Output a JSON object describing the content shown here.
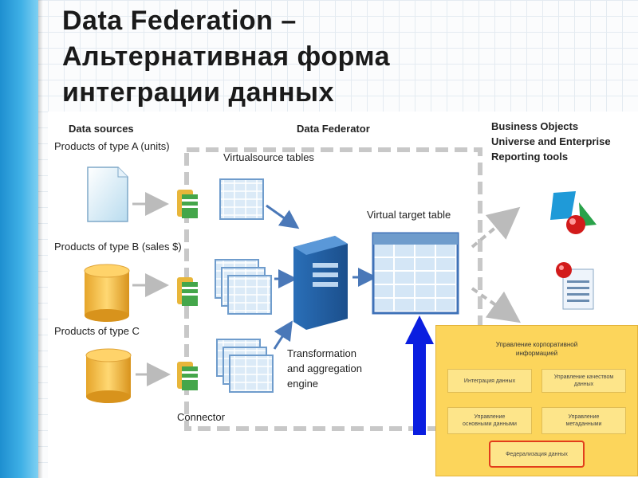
{
  "title": {
    "line1": "Data Federation –",
    "line2": "Альтернативная форма",
    "line3": "интеграции данных"
  },
  "diagram": {
    "data_sources_header": "Data sources",
    "data_federator_header": "Data Federator",
    "bo_header": {
      "line1": "Business Objects",
      "line2": "Universe and Enterprise",
      "line3": "Reporting tools"
    },
    "products_a": "Products of type A (units)",
    "products_b": "Products of type B (sales $)",
    "products_c": "Products of type C",
    "virtualsource": "Virtualsource tables",
    "virtual_target": "Virtual target table",
    "engine": {
      "line1": "Transformation",
      "line2": "and aggregation",
      "line3": "engine"
    },
    "connector": "Connector"
  },
  "inset": {
    "title_line1": "Управление корпоративной",
    "title_line2": "информацией",
    "boxes": {
      "integration": "Интеграция данных",
      "quality_line1": "Управление качеством",
      "quality_line2": "данных",
      "master_line1": "Управление",
      "master_line2": "основными данными",
      "metadata_line1": "Управление",
      "metadata_line2": "метаданными",
      "federation": "Федерализация данных"
    }
  },
  "colors": {
    "accent_blue": "#0a1ee0",
    "federation_border": "#e23c1c",
    "inset_bg": "#fcd55b"
  }
}
